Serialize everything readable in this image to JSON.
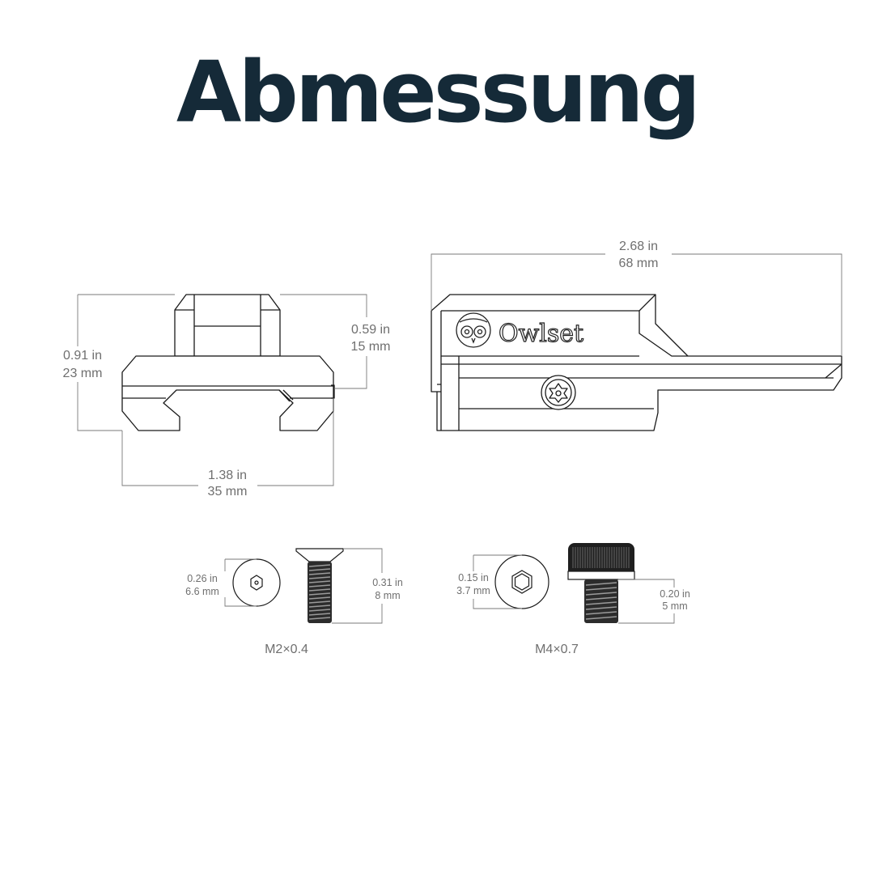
{
  "title": "Abmessung",
  "brand": "Owlset",
  "front_view": {
    "height_total": {
      "inch": "0.91 in",
      "mm": "23 mm"
    },
    "height_top": {
      "inch": "0.59 in",
      "mm": "15 mm"
    },
    "width": {
      "inch": "1.38 in",
      "mm": "35 mm"
    }
  },
  "side_view": {
    "length": {
      "inch": "2.68 in",
      "mm": "68 mm"
    }
  },
  "screw_m2": {
    "head_diameter": {
      "inch": "0.26 in",
      "mm": "6.6 mm"
    },
    "length": {
      "inch": "0.31 in",
      "mm": "8 mm"
    },
    "caption": "M2×0.4"
  },
  "screw_m4": {
    "head_diameter": {
      "inch": "0.15 in",
      "mm": "3.7 mm"
    },
    "length": {
      "inch": "0.20 in",
      "mm": "5 mm"
    },
    "caption": "M4×0.7"
  },
  "colors": {
    "title": "#152a38",
    "line": "#1a1a1a",
    "dimension": "#6f6f6f"
  }
}
